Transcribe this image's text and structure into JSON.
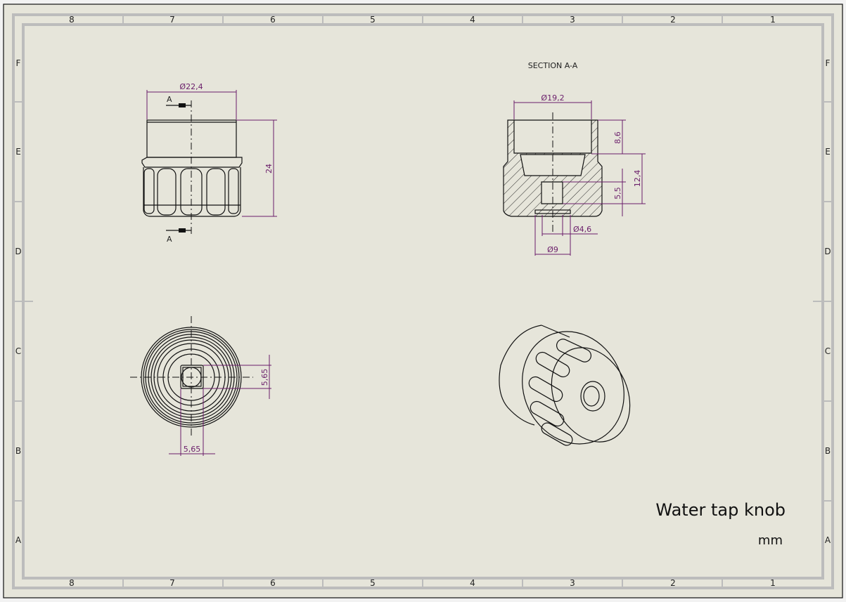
{
  "sheet": {
    "columns_top": [
      "8",
      "7",
      "6",
      "5",
      "4",
      "3",
      "2",
      "1"
    ],
    "columns_bottom": [
      "8",
      "7",
      "6",
      "5",
      "4",
      "3",
      "2",
      "1"
    ],
    "rows_left": [
      "F",
      "E",
      "D",
      "C",
      "B",
      "A"
    ],
    "rows_right": [
      "F",
      "E",
      "D",
      "C",
      "B",
      "A"
    ]
  },
  "views": {
    "front": {
      "section_marker_top": "A",
      "section_marker_bottom": "A",
      "dim_diameter": "Ø22,4",
      "dim_height": "24"
    },
    "section": {
      "title": "SECTION A-A",
      "dim_bore": "Ø19,2",
      "dim_depth1": "8,6",
      "dim_depth2": "12,4",
      "dim_depth3": "5,5",
      "dim_hole": "Ø4,6",
      "dim_boss": "Ø9"
    },
    "top": {
      "dim_square_v": "5,65",
      "dim_square_h": "5,65"
    }
  },
  "title_block": {
    "title": "Water tap knob",
    "units": "mm"
  },
  "colors": {
    "background": "#e6e5da",
    "dimension": "#6a1d6a",
    "frame": "#bcbcbc"
  }
}
